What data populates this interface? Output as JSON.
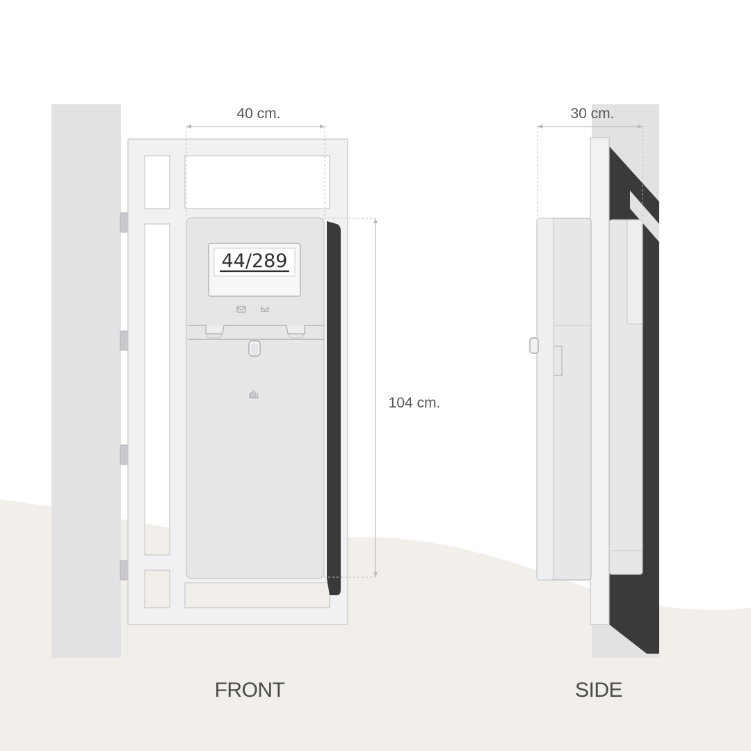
{
  "front": {
    "width_label": "40 cm.",
    "height_label": "104 cm.",
    "house_number": "44/289",
    "view_label": "FRONT"
  },
  "side": {
    "depth_label": "30 cm.",
    "view_label": "SIDE"
  },
  "colors": {
    "background": "#ffffff",
    "floor": "#f2efea",
    "wall": "#e2e2e4",
    "gate_frame": "#f1f1f3",
    "mailbox_body": "#e6e6e9",
    "shadow": "#3a3a3c",
    "dimension_line": "#b9b9b9",
    "label_text": "#555555"
  },
  "icons": [
    "mail-icon",
    "parcel-icon",
    "hand-icon"
  ]
}
